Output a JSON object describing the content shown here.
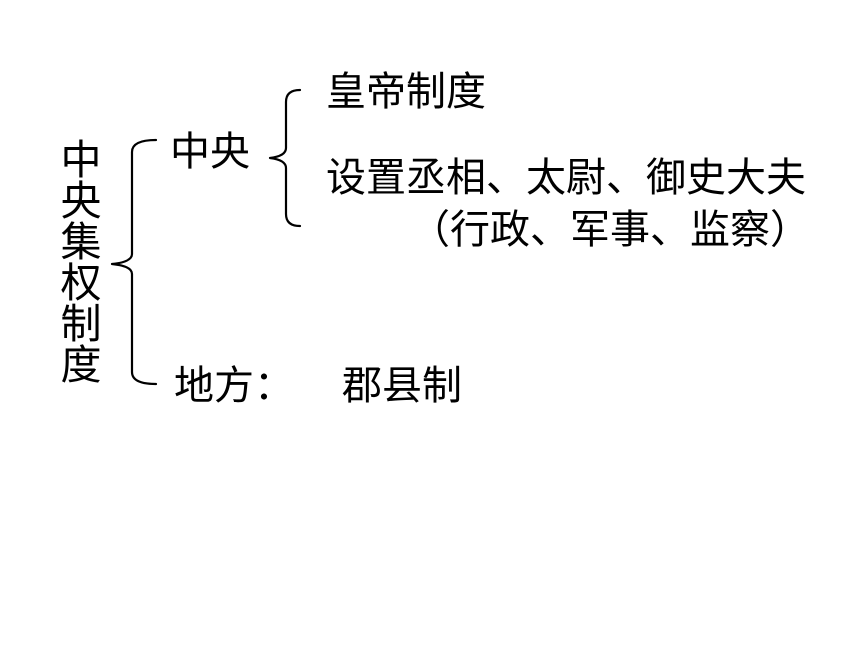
{
  "root_label": "中央集权制度",
  "central": {
    "label": "中央",
    "items": {
      "emperor": "皇帝制度",
      "officials": "设置丞相、太尉、御史大夫",
      "officials_note": "（行政、军事、监察）"
    }
  },
  "local": {
    "label": "地方：",
    "system": "郡县制"
  }
}
